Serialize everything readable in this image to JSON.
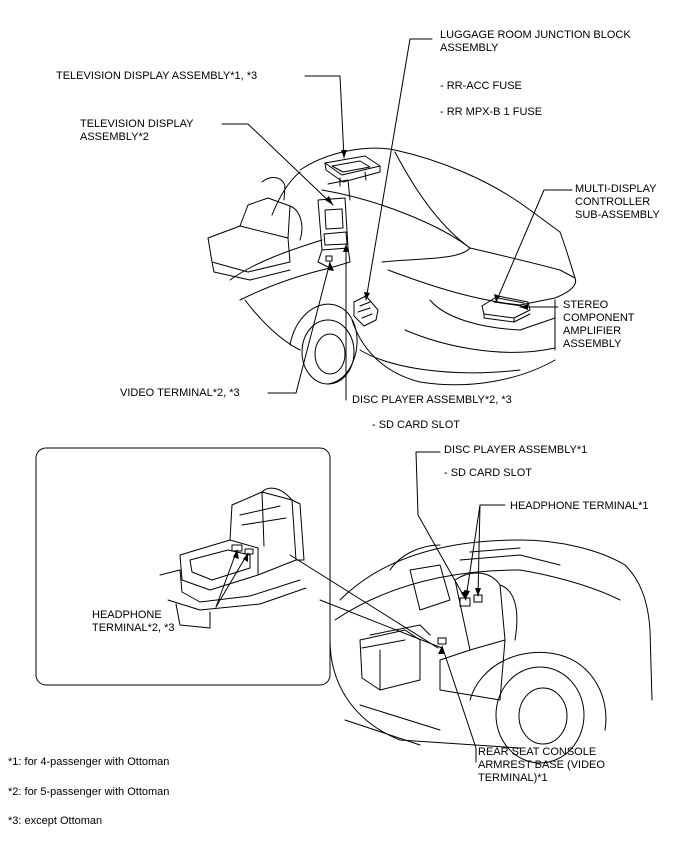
{
  "callouts": {
    "luggage_room_junction_block": "LUGGAGE ROOM JUNCTION BLOCK\nASSEMBLY",
    "rr_acc_fuse": "- RR-ACC FUSE",
    "rr_mpx_b1_fuse": "- RR MPX-B 1 FUSE",
    "tv_display_1_3": "TELEVISION DISPLAY ASSEMBLY*1, *3",
    "tv_display_2": "TELEVISION DISPLAY\nASSEMBLY*2",
    "multi_display_controller": "MULTI-DISPLAY\nCONTROLLER\nSUB-ASSEMBLY",
    "stereo_amplifier": "STEREO\nCOMPONENT\nAMPLIFIER\nASSEMBLY",
    "video_terminal_2_3": "VIDEO TERMINAL*2, *3",
    "disc_player_2_3": "DISC PLAYER ASSEMBLY*2, *3",
    "sd_card_slot_upper": "- SD CARD SLOT",
    "disc_player_1": "DISC PLAYER ASSEMBLY*1",
    "sd_card_slot_lower": "- SD CARD SLOT",
    "headphone_terminal_1": "HEADPHONE TERMINAL*1",
    "headphone_terminal_2_3": "HEADPHONE\nTERMINAL*2, *3",
    "rear_seat_console": "REAR SEAT CONSOLE\nARMREST BASE (VIDEO\nTERMINAL)*1"
  },
  "footnotes": [
    "*1: for 4-passenger with Ottoman",
    "*2: for 5-passenger with Ottoman",
    "*3: except Ottoman"
  ]
}
